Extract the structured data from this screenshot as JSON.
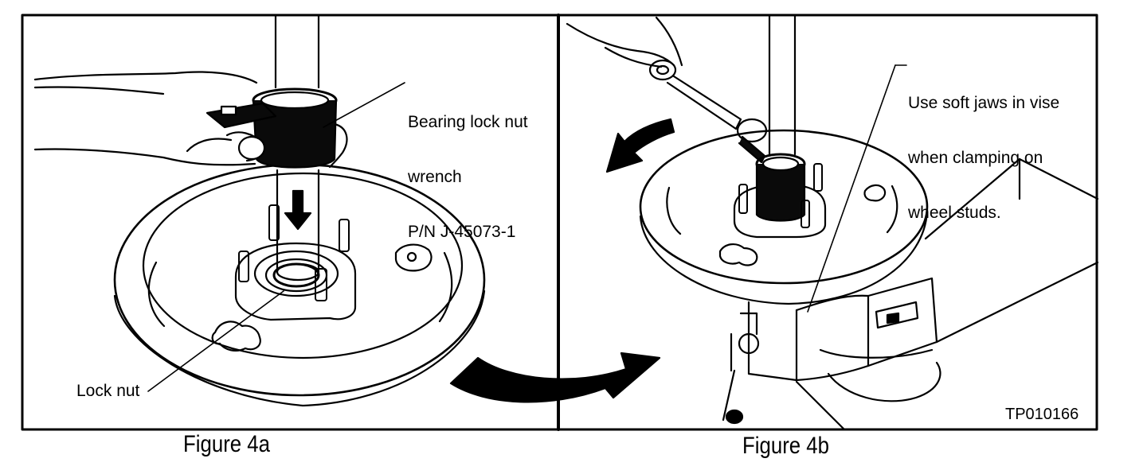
{
  "panel_a": {
    "callout_tool": [
      "Bearing lock nut",
      "wrench",
      "P/N J-45073-1"
    ],
    "callout_nut": "Lock nut",
    "caption": "Figure 4a"
  },
  "panel_b": {
    "callout_vise": [
      "Use soft jaws in vise",
      "when clamping on",
      "wheel studs."
    ],
    "caption": "Figure 4b"
  },
  "figure_code": "TP010166",
  "colors": {
    "ink": "#000000",
    "paper": "#ffffff",
    "tool_fill": "#0a0a0a"
  }
}
